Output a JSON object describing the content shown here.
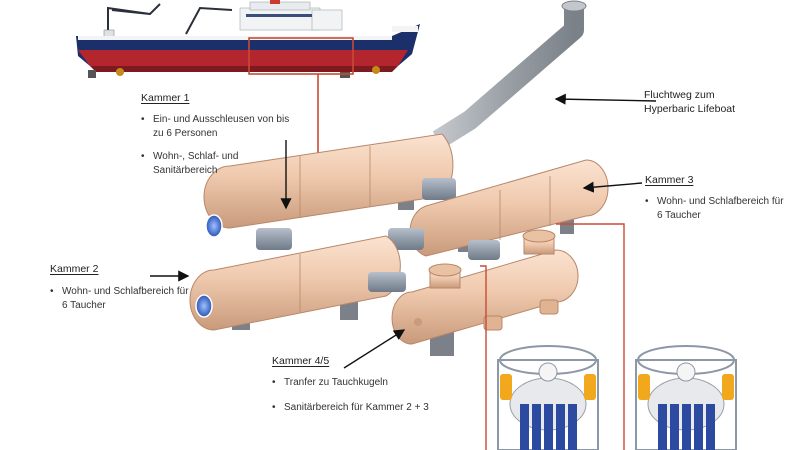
{
  "colors": {
    "chamber": "#efc9ad",
    "chamber_dark": "#c99a7b",
    "connector": "#8d98a6",
    "hull_red": "#b3262d",
    "hull_blue": "#1b2f6b",
    "leader_red": "#c94a36",
    "duct": "#9aa0a6",
    "port_blue": "#3f6fc9",
    "ballast_yellow": "#f2a81d",
    "ballast_blue": "#2b4aa0"
  },
  "icons": [
    "arrow-icon",
    "bullet-dot-icon"
  ],
  "chambers": [
    {
      "title": "Kammer 1",
      "items": [
        "Ein- und Ausschleusen von bis zu 6 Personen",
        "Wohn-, Schlaf- und Sanitärbereich"
      ]
    },
    {
      "title": "Kammer 2",
      "items": [
        "Wohn- und Schlafbereich für 6 Taucher"
      ]
    },
    {
      "title": "Kammer 3",
      "items": [
        "Wohn- und Schlafbereich für 6 Taucher"
      ]
    },
    {
      "title": "Kammer 4/5",
      "items": [
        "Tranfer zu Tauchkugeln",
        "Sanitärbereich für Kammer 2 + 3"
      ]
    }
  ],
  "escape": {
    "text": "Fluchtweg zum Hyperbaric Lifeboat"
  },
  "bullet_symbol": "•"
}
